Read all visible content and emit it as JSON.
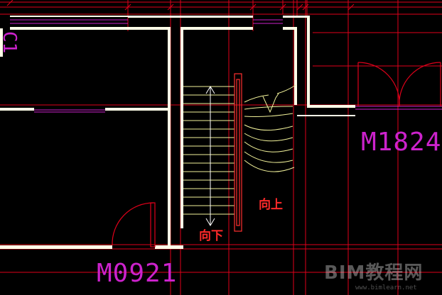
{
  "colors": {
    "background": "#000000",
    "wall": "#FFFFE8",
    "grid": "#E0001A",
    "label": "#CC22CC",
    "stair": "#F2F29A",
    "direction_text": "#FF2A2A",
    "watermark": "#FFFFFF"
  },
  "labels": {
    "door_m1824": "M1824",
    "door_m0921": "M0921",
    "stair_down": "向下",
    "stair_up": "向上",
    "partial_left_tag": "C1"
  },
  "watermark": {
    "brand": "BIM教程网",
    "url": "www.bimlearn.net"
  }
}
